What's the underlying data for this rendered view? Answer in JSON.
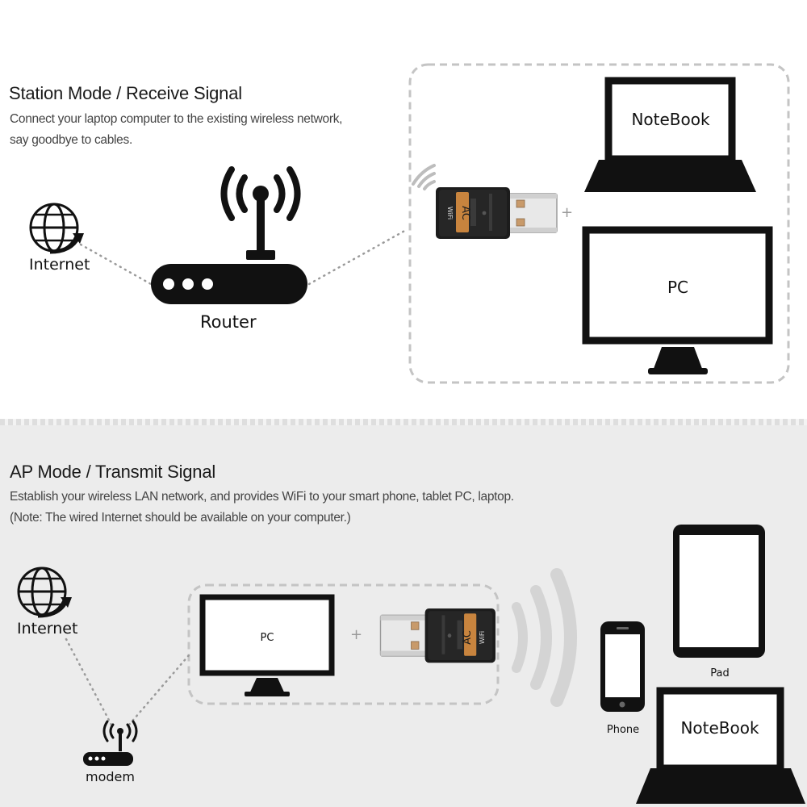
{
  "station": {
    "title": "Station Mode / Receive Signal",
    "desc_line1": "Connect your laptop computer to the existing wireless network,",
    "desc_line2": "say goodbye to cables.",
    "internet_label": "Internet",
    "router_label": "Router",
    "plus": "+",
    "notebook_label": "NoteBook",
    "pc_label": "PC"
  },
  "ap": {
    "title": "AP Mode / Transmit Signal",
    "desc_line1": "Establish your wireless LAN network, and provides WiFi to your smart phone, tablet PC, laptop.",
    "desc_line2": "(Note: The wired Internet should be available on your computer.)",
    "internet_label": "Internet",
    "modem_label": "modem",
    "pc_label": "PC",
    "plus": "+",
    "pad_label": "Pad",
    "phone_label": "Phone",
    "notebook_label": "NoteBook"
  },
  "adapter": {
    "badge_text": "AC",
    "wifi_text": "WiFi"
  },
  "colors": {
    "dark": "#111111",
    "adapter_body": "#1c1c1c",
    "badge": "#c8843e",
    "dash": "#c4c4c4",
    "dots": "#9a9a9a",
    "bottom_bg": "#ececec"
  }
}
